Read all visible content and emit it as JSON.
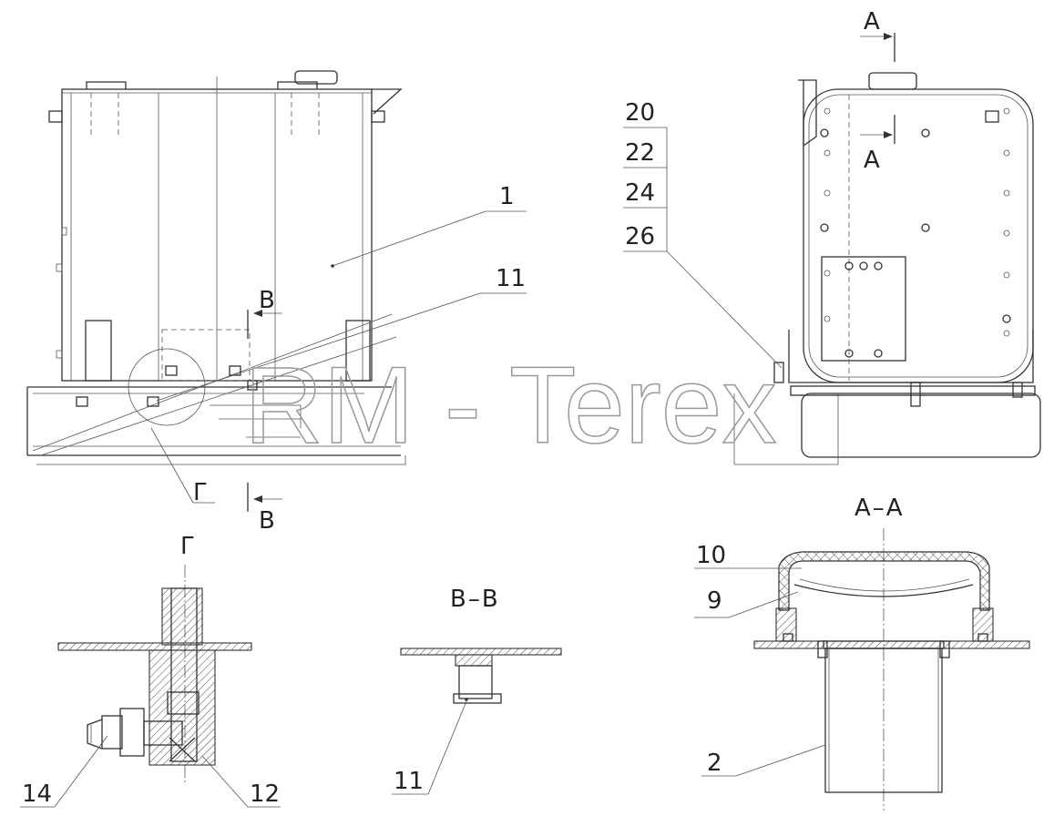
{
  "callouts": {
    "c1": "1",
    "c11_top": "11",
    "c20": "20",
    "c22": "22",
    "c24": "24",
    "c26": "26",
    "c10": "10",
    "c9": "9",
    "c2": "2",
    "c14": "14",
    "c12": "12",
    "c11_bottom": "11"
  },
  "section_marks": {
    "a_top": "А",
    "a_bottom": "А",
    "v_top": "В",
    "v_bottom": "В",
    "g_mark": "Г"
  },
  "view_titles": {
    "aa": "А–А",
    "vv": "В–В",
    "g": "Г"
  },
  "watermark": "RM - Terex"
}
